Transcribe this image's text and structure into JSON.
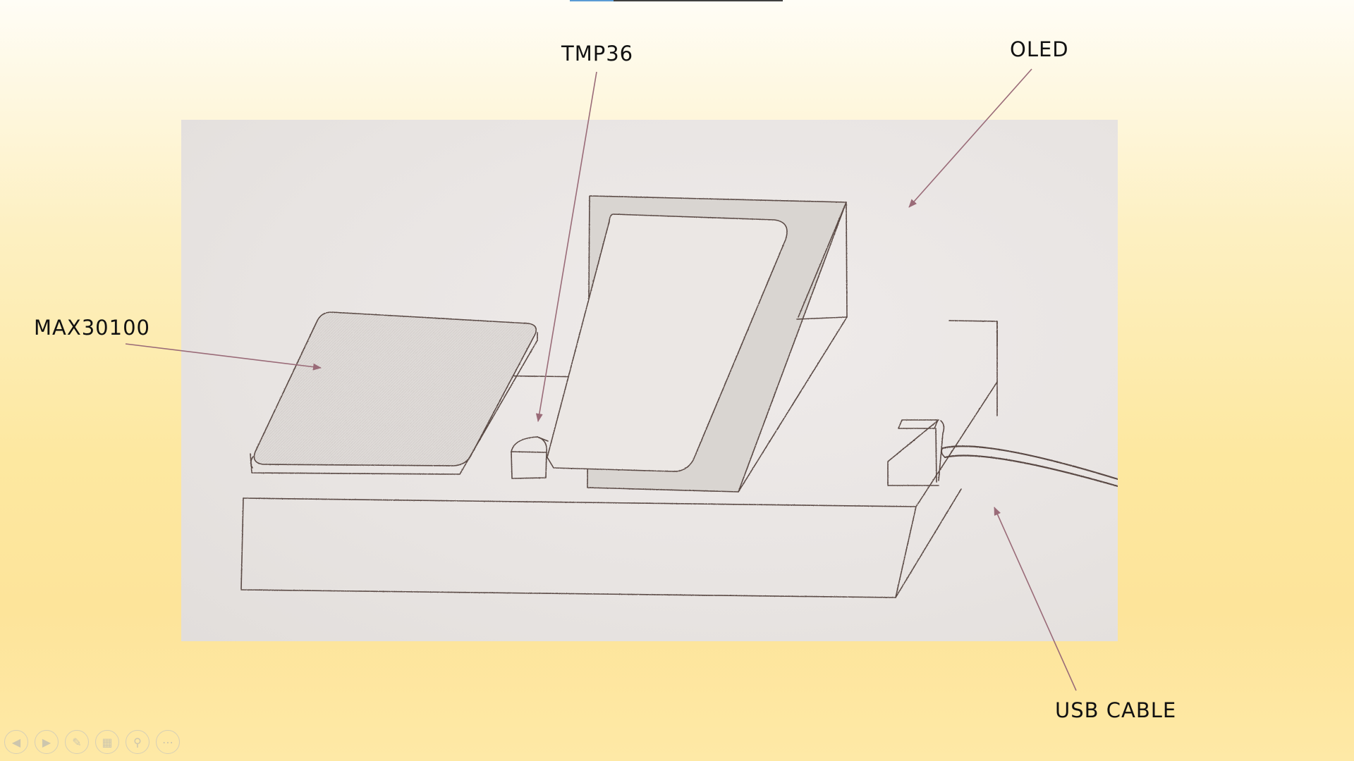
{
  "diagram": {
    "labels": {
      "tmp36": "TMP36",
      "oled": "OLED",
      "max30100": "MAX30100",
      "usb_cable": "USB CABLE"
    },
    "arrow_color": "#9a6b78",
    "sketch_line_color": "#5a4a44"
  },
  "toolbar": {
    "icons": [
      "previous-icon",
      "next-icon",
      "pen-icon",
      "slides-grid-icon",
      "zoom-icon",
      "more-icon"
    ]
  }
}
